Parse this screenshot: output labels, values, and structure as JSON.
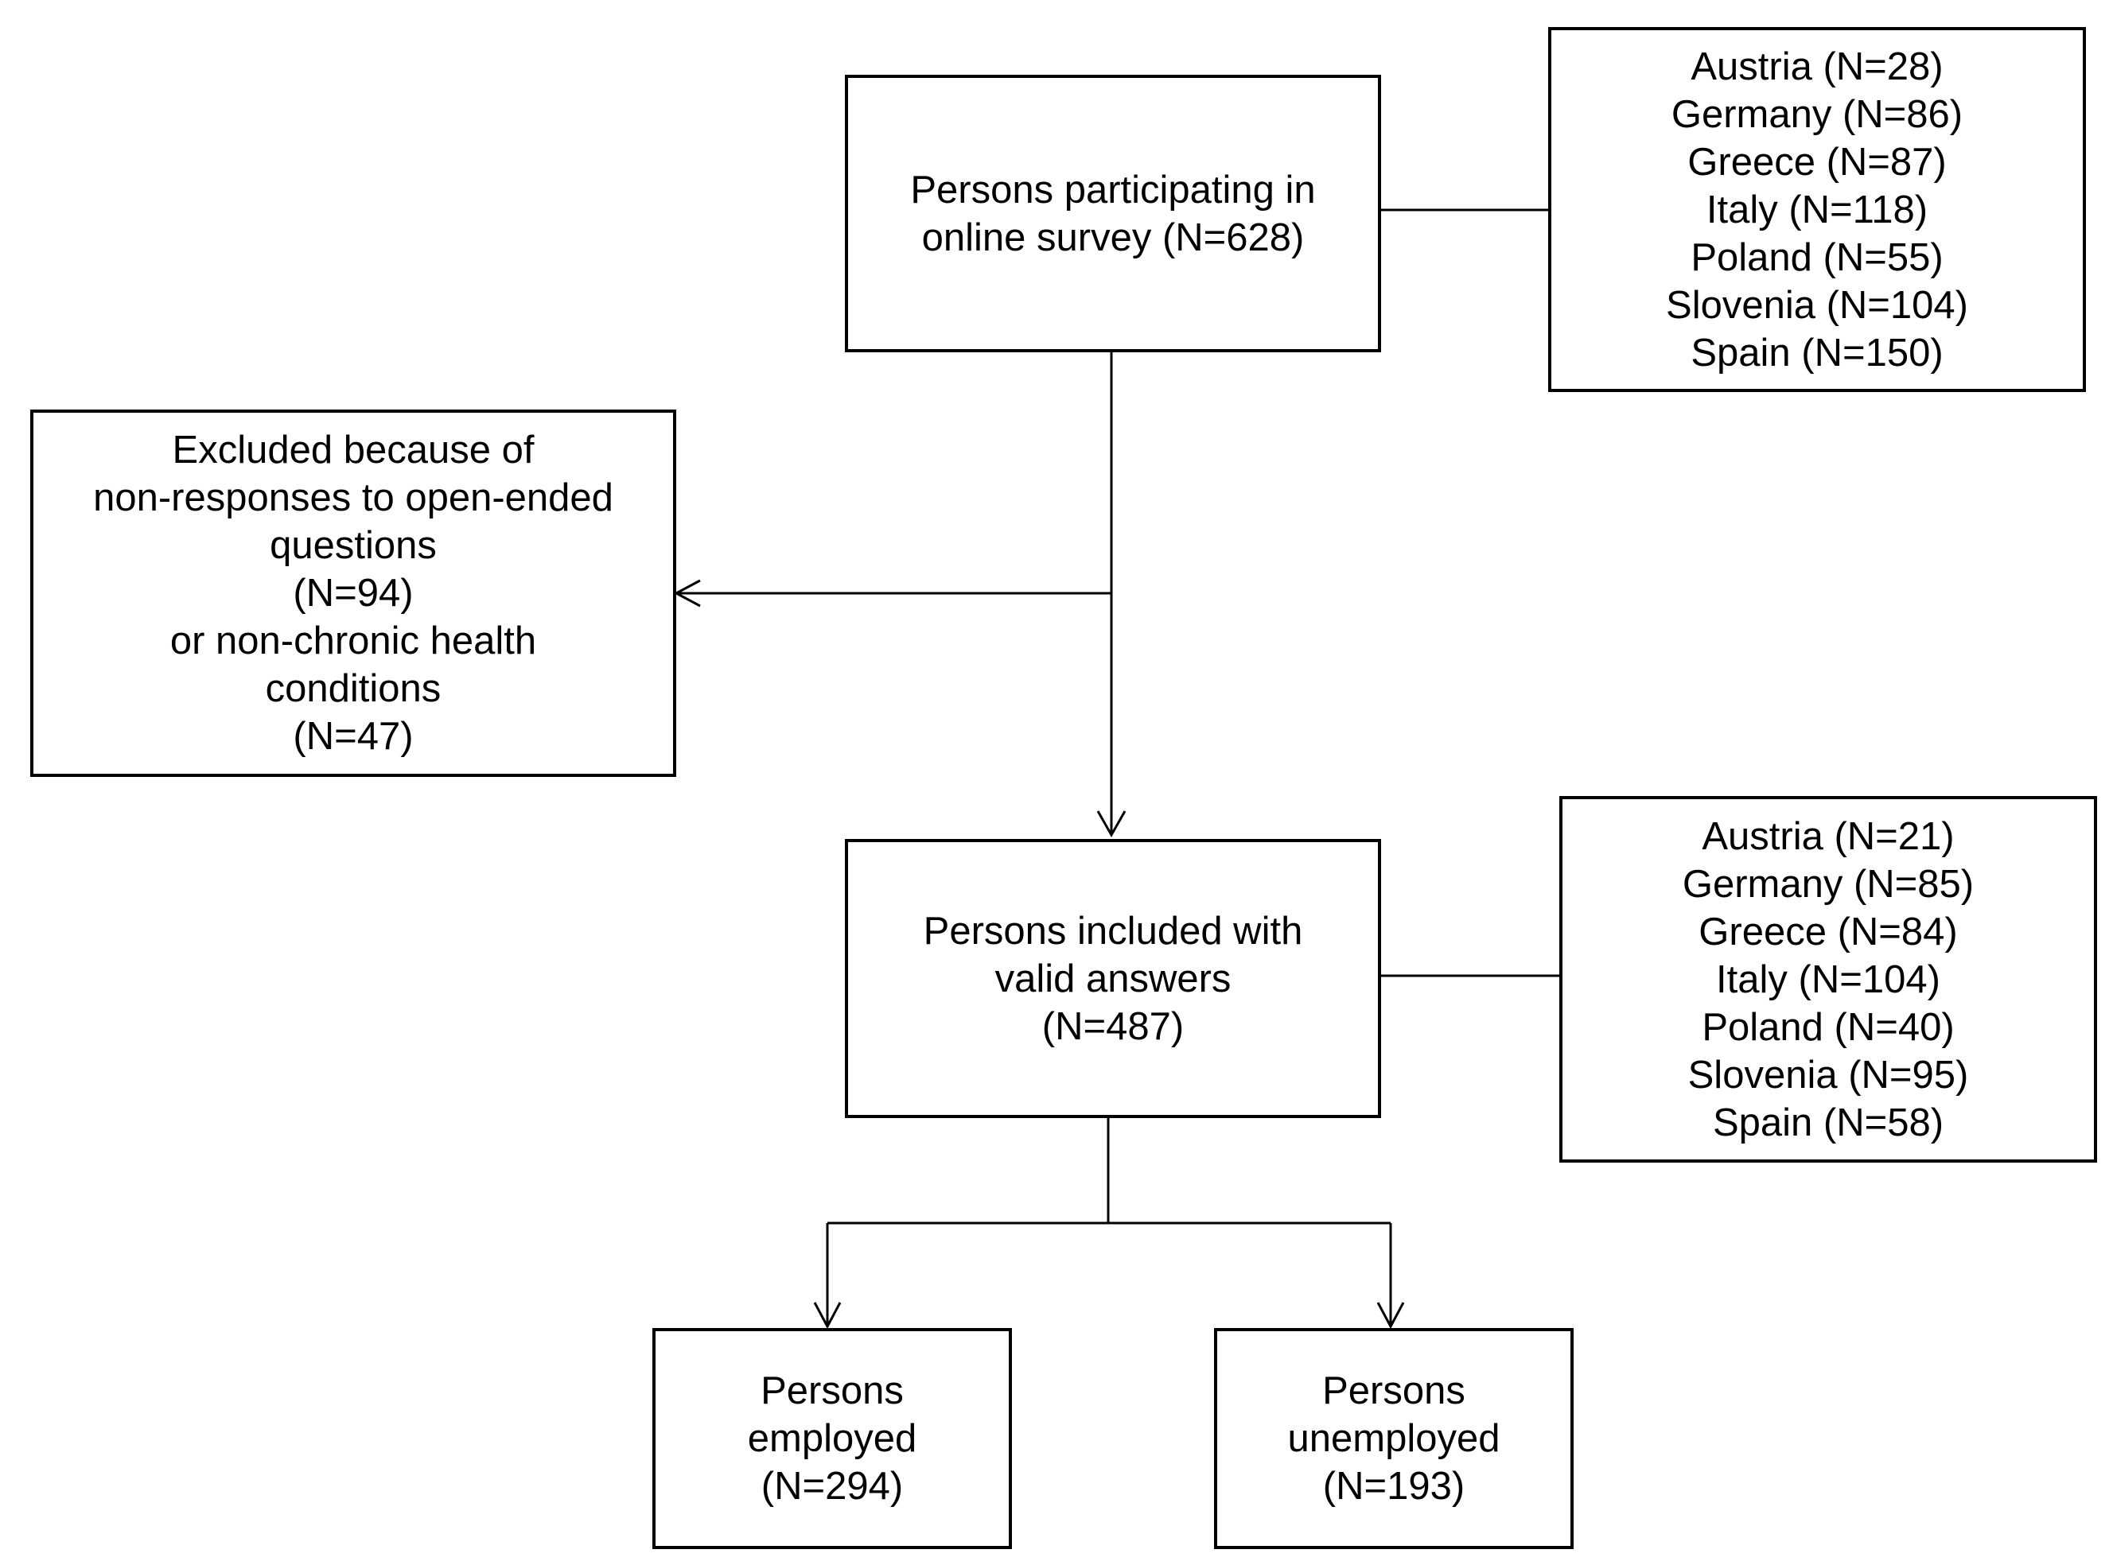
{
  "boxes": {
    "participating": {
      "lines": [
        "Persons participating in",
        "online survey (N=628)"
      ]
    },
    "participating_countries": {
      "lines": [
        "Austria (N=28)",
        "Germany (N=86)",
        "Greece (N=87)",
        "Italy (N=118)",
        "Poland (N=55)",
        "Slovenia (N=104)",
        "Spain (N=150)"
      ]
    },
    "excluded": {
      "lines": [
        "Excluded because of",
        "non-responses to open-ended",
        "questions",
        "(N=94)",
        "or non-chronic health",
        "conditions",
        "(N=47)"
      ]
    },
    "included": {
      "lines": [
        "Persons included with",
        "valid answers",
        "(N=487)"
      ]
    },
    "included_countries": {
      "lines": [
        "Austria (N=21)",
        "Germany (N=85)",
        "Greece (N=84)",
        "Italy (N=104)",
        "Poland (N=40)",
        "Slovenia (N=95)",
        "Spain (N=58)"
      ]
    },
    "employed": {
      "lines": [
        "Persons",
        "employed",
        "(N=294)"
      ]
    },
    "unemployed": {
      "lines": [
        "Persons",
        "unemployed",
        "(N=193)"
      ]
    }
  }
}
